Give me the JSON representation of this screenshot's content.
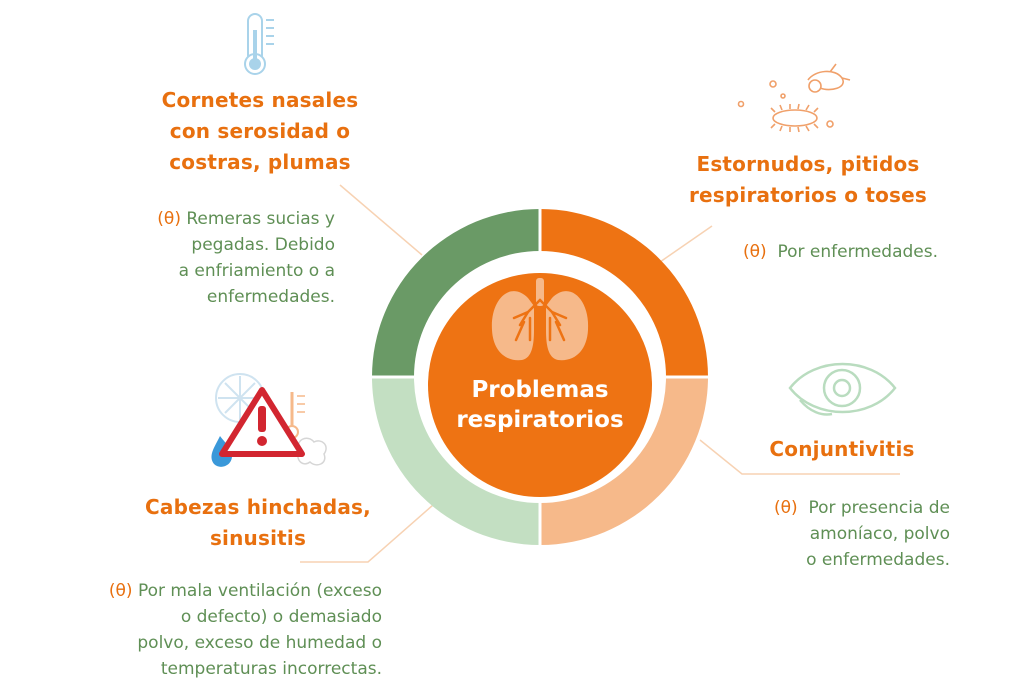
{
  "center": {
    "line1": "Problemas",
    "line2": "respiratorios"
  },
  "topleft": {
    "title": [
      "Cornetes nasales",
      "con serosidad o",
      "costras, plumas"
    ],
    "marker": "(θ)",
    "desc": [
      "Remeras sucias y",
      "pegadas. Debido",
      "a enfriamiento o a",
      "enfermedades."
    ]
  },
  "topright": {
    "title": [
      "Estornudos, pitidos",
      "respiratorios o toses"
    ],
    "marker": "(θ)",
    "desc": [
      "Por enfermedades."
    ]
  },
  "bottomleft": {
    "title": [
      "Cabezas hinchadas,",
      "sinusitis"
    ],
    "marker": "(θ)",
    "desc": [
      "Por mala ventilación (exceso",
      "o defecto) o demasiado",
      "polvo, exceso de humedad o",
      "temperaturas incorrectas."
    ]
  },
  "bottomright": {
    "title": [
      "Conjuntivitis"
    ],
    "marker": "(θ)",
    "desc": [
      "Por presencia de",
      "amoníaco, polvo",
      "o enfermedades."
    ]
  },
  "colors": {
    "orange": "#e8700f",
    "light_orange": "#f6b98a",
    "green": "#6a9a66",
    "light_green": "#c3dfc2",
    "text_green": "#5f8f55"
  }
}
